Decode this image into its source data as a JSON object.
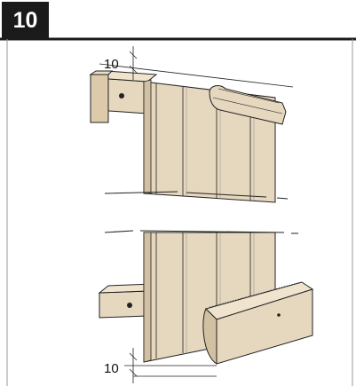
{
  "step": {
    "number": "10"
  },
  "dimensions": {
    "top_gap": "10",
    "bottom_gap": "10"
  },
  "colors": {
    "wood": "#e6d7bf",
    "wood_shade": "#cdbb9f",
    "wood_dark": "#b8a585",
    "line": "#222222",
    "badge": "#1a1a1a"
  },
  "icons": [
    "screw-icon"
  ]
}
